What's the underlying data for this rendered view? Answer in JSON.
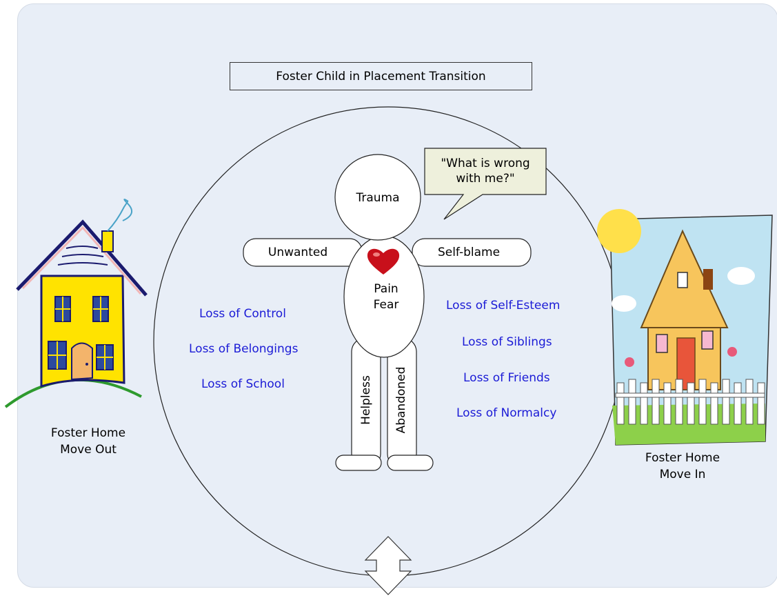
{
  "title": "Foster Child in Placement Transition",
  "figure": {
    "head": "Trauma",
    "arm_left": "Unwanted",
    "arm_right": "Self-blame",
    "body_line1": "Pain",
    "body_line2": "Fear",
    "leg_left": "Helpless",
    "leg_right": "Abandoned"
  },
  "speech_bubble": {
    "line1": "\"What is wrong",
    "line2": "with me?\""
  },
  "losses_left": [
    "Loss of Control",
    "Loss of Belongings",
    "Loss of School"
  ],
  "losses_right": [
    "Loss of Self-Esteem",
    "Loss of Siblings",
    "Loss of Friends",
    "Loss of Normalcy"
  ],
  "home_left": {
    "line1": "Foster Home",
    "line2": "Move Out"
  },
  "home_right": {
    "line1": "Foster Home",
    "line2": "Move In"
  },
  "colors": {
    "background": "#e8eef7",
    "loss_text": "#1b1bd6",
    "bubble_fill": "#eef0dc",
    "heart": "#c8101b"
  }
}
